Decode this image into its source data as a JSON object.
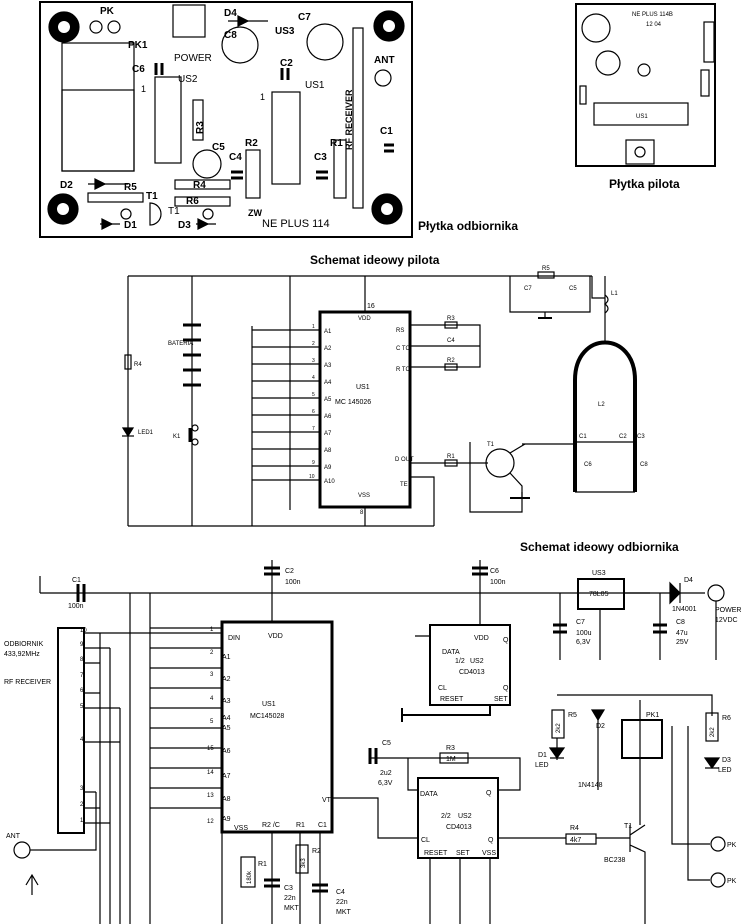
{
  "pcb_receiver": {
    "caption": "Płytka odbiornika",
    "pk": "PK",
    "pk1": "PK1",
    "power": "POWER",
    "d4": "D4",
    "us3": "US3",
    "c7": "C7",
    "c8": "C8",
    "c6": "C6",
    "us2": "US2",
    "c2": "C2",
    "us1": "US1",
    "ant": "ANT",
    "rf": "RF RECEIVER",
    "c1": "C1",
    "r3": "R3",
    "c5": "C5",
    "c4": "C4",
    "r2": "R2",
    "c3": "C3",
    "r1": "R1",
    "d2": "D2",
    "r5": "R5",
    "r4": "R4",
    "t1": "T1",
    "t1b": "T1",
    "r6": "R6",
    "d1": "D1",
    "d3": "D3",
    "zw": "ZW",
    "model": "NE PLUS 114",
    "pin1": "1",
    "pin1b": "1"
  },
  "pcb_remote": {
    "caption": "Płytka pilota",
    "model": "NE PLUS 114B",
    "code": "12 04",
    "us1": "US1"
  },
  "remote_schematic": {
    "title": "Schemat ideowy pilota",
    "bateria": "BATERIA",
    "k1": "K1",
    "r4": "R4",
    "led1": "LED1",
    "us1": "US1",
    "chip": "MC 145026",
    "vdd": "VDD",
    "vss": "VSS",
    "pin16": "16",
    "pin8": "8",
    "addr": [
      "A1",
      "A2",
      "A3",
      "A4",
      "A5",
      "A6",
      "A7",
      "A8",
      "A9",
      "A10"
    ],
    "addr_pins": [
      "1",
      "2",
      "3",
      "4",
      "5",
      "6",
      "7",
      "9",
      "10"
    ],
    "r3": "R3",
    "c4": "C4",
    "r2": "R2",
    "r1": "R1",
    "rs": "RS",
    "ctc": "C TC",
    "rtc": "R TC",
    "dout": "D OUT",
    "te": "TE",
    "t1": "T1",
    "l1": "L1",
    "l2": "L2",
    "r5": "R5",
    "c7": "C7",
    "c5": "C5",
    "c1": "C1",
    "c6": "C6",
    "c2": "C2",
    "c3": "C3",
    "c8": "C8"
  },
  "receiver_schematic": {
    "title": "Schemat ideowy odbiornika",
    "c1": "C1",
    "c1v": "100n",
    "odb1": "ODBIORNIK",
    "odb2": "433,92MHz",
    "odb3": "RF RECEIVER",
    "ant": "ANT",
    "c2": "C2",
    "c2v": "100n",
    "c6": "C6",
    "c6v": "100n",
    "us3": "US3",
    "us3v": "78L05",
    "d4": "D4",
    "d4v": "1N4001",
    "power": "POWER",
    "powerv": "12VDC",
    "c7": "C7",
    "c7v": "100u",
    "c7v2": "6,3V",
    "c8": "C8",
    "c8v": "47u",
    "c8v2": "25V",
    "us1": "US1",
    "us1v": "MC145028",
    "din": "DIN",
    "vdd": "VDD",
    "vss": "VSS",
    "vt": "VT",
    "rc": "R2 /C",
    "r1p": "R1",
    "c1p": "C1",
    "addr": [
      "A1",
      "A2",
      "A3",
      "A4",
      "A5",
      "A6",
      "A7",
      "A8",
      "A9"
    ],
    "addr_pins": [
      "1",
      "2",
      "3",
      "4",
      "5",
      "15",
      "14",
      "13",
      "12"
    ],
    "us2a_half": "1/2",
    "us2a": "US2",
    "us2a_v": "CD4013",
    "us2b_half": "2/2",
    "us2b": "US2",
    "us2b_v": "CD4013",
    "data": "DATA",
    "q": "Q",
    "qbar": "Q",
    "cl": "CL",
    "reset": "RESET",
    "set": "SET",
    "c5": "C5",
    "c5v": "2u2",
    "c5v2": "6,3V",
    "r3": "R3",
    "r3v": "1M",
    "r4": "R4",
    "r4v": "4k7",
    "t1": "T1",
    "t1v": "BC238",
    "r5": "R5",
    "r5v": "2k2",
    "d1": "D1",
    "d1v": "LED",
    "d2": "D2",
    "d2v": "1N4148",
    "pk1": "PK1",
    "r6": "R6",
    "r6v": "2k2",
    "d3": "D3",
    "d3v": "LED",
    "pk_a": "PK",
    "pk_b": "PK",
    "r1": "R1",
    "r1v": "180k",
    "r2": "R2",
    "r2v": "3k3",
    "c3": "C3",
    "c3v": "22n",
    "c3v2": "MKT",
    "c4": "C4",
    "c4v": "22n",
    "c4v2": "MKT",
    "pins_left": [
      "10",
      "9",
      "8",
      "7",
      "6",
      "5",
      "4",
      "3",
      "2",
      "1"
    ]
  }
}
